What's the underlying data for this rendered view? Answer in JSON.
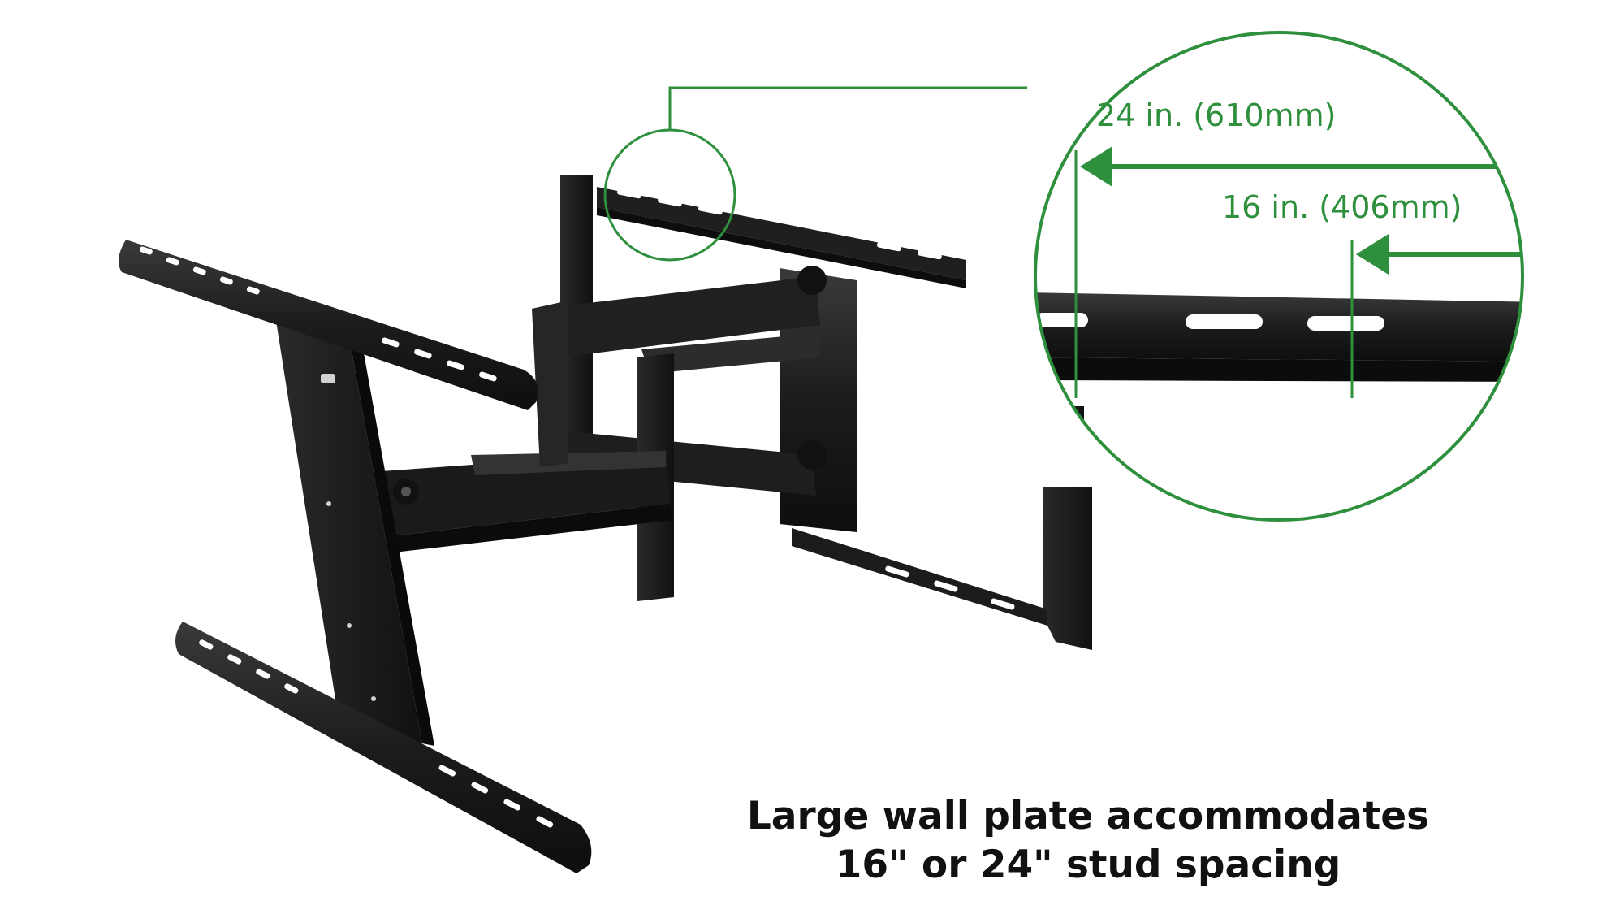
{
  "callout": {
    "label_24": "24 in. (610mm)",
    "label_16": "16 in. (406mm)"
  },
  "caption": {
    "line1": "Large wall plate accommodates",
    "line2": "16\" or 24\" stud spacing"
  },
  "colors": {
    "accent": "#2e8f3c",
    "mount_metal": "#1b1b1b",
    "background": "#ffffff",
    "caption_text": "#111111"
  },
  "icons": [
    "arrow-left-icon"
  ]
}
